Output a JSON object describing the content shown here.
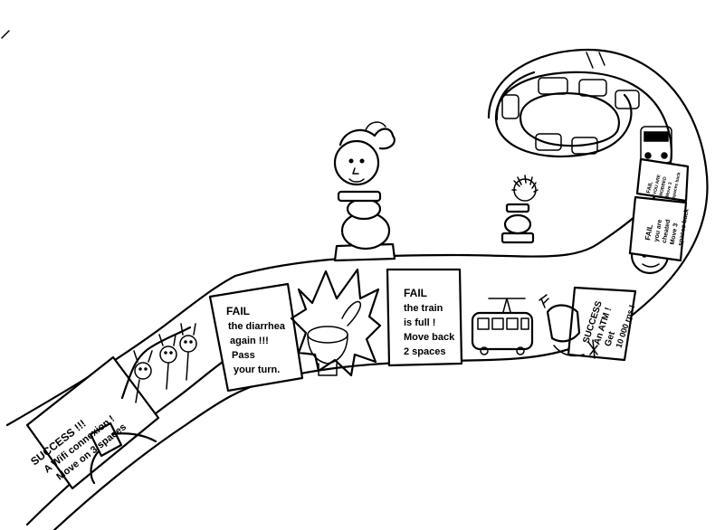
{
  "spaces": [
    {
      "id": "wifi",
      "lines": [
        "SUCCESS !!!",
        "A Wifi connexion !",
        "Move on 3 spaces"
      ]
    },
    {
      "id": "diarrhea",
      "lines": [
        "FAIL",
        "the diarrhea",
        "again !!!",
        "Pass",
        "your turn."
      ]
    },
    {
      "id": "train",
      "lines": [
        "FAIL",
        "the train",
        "is full !",
        "Move back",
        "2 spaces"
      ]
    },
    {
      "id": "atm",
      "lines": [
        "SUCCESS",
        "An ATM !",
        "Get",
        "10 000 rps !"
      ]
    },
    {
      "id": "cheated",
      "lines": [
        "FAIL",
        "you are",
        "cheated",
        "Move 3",
        "spaces back"
      ]
    },
    {
      "id": "robbed",
      "lines": [
        "FAIL",
        "YOU ARE",
        "ROBBED",
        "Move 3",
        "spaces back"
      ]
    }
  ],
  "icons": [
    "crowd-icon",
    "toilet-icon",
    "train-icon",
    "atm-icon",
    "face-icon",
    "bus-icon",
    "player-pawn-icon",
    "small-pawn-icon"
  ]
}
